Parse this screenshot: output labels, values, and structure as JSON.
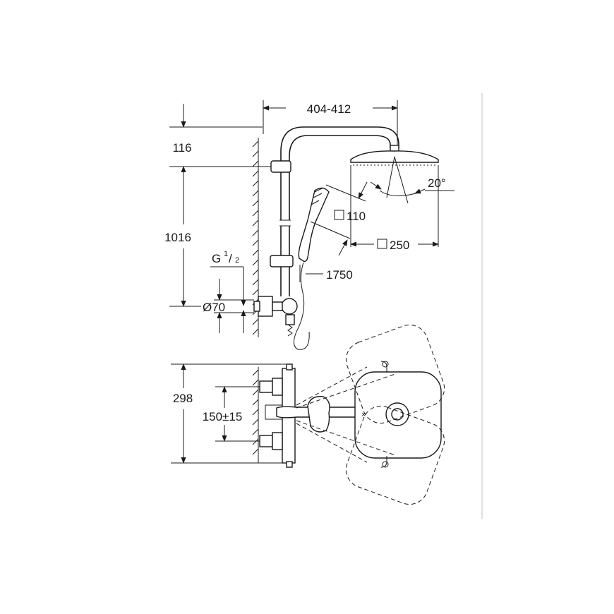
{
  "dimensions": {
    "arm_reach": "404-412",
    "head_offset": "116",
    "rail_height": "1016",
    "connection_thread": "G",
    "thread_num": "1",
    "thread_den": "2",
    "rosette_diameter": "Ø70",
    "hand_shower_size": "110",
    "head_shower_size": "250",
    "tilt_angle": "20°",
    "hose_length": "1750",
    "top_view_depth": "298",
    "inlet_spacing": "150±15"
  },
  "colors": {
    "line": "#1a1a1a",
    "background": "#ffffff",
    "frame_line": "#d6d6d6"
  }
}
